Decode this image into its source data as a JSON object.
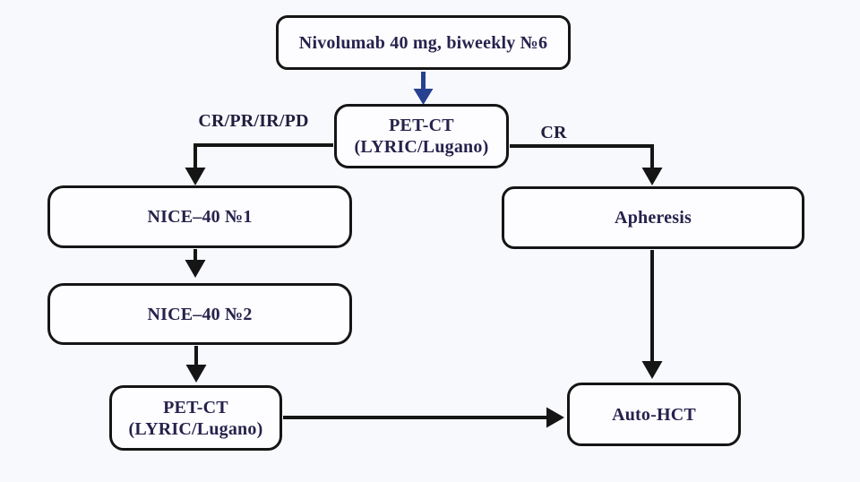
{
  "diagram": {
    "title": "Treatment protocol flowchart",
    "colors": {
      "background": "#f8f9fd",
      "box_border": "#151515",
      "box_fill": "#fdfdff",
      "text": "#26224c",
      "arrow_black": "#151515",
      "arrow_blue": "#26418f"
    },
    "nodes": {
      "nivolumab": {
        "label": "Nivolumab 40 mg, biweekly №6"
      },
      "petct_top": {
        "line1": "PET-CT",
        "line2": "(LYRIC/Lugano)"
      },
      "nice1": {
        "label": "NICE–40 №1"
      },
      "nice2": {
        "label": "NICE–40 №2"
      },
      "petct_bottom": {
        "line1": "PET-CT",
        "line2": "(LYRIC/Lugano)"
      },
      "apheresis": {
        "label": "Apheresis"
      },
      "auto_hct": {
        "label": "Auto-HCT"
      }
    },
    "edge_labels": {
      "left_branch": "CR/PR/IR/PD",
      "right_branch": "CR"
    }
  }
}
